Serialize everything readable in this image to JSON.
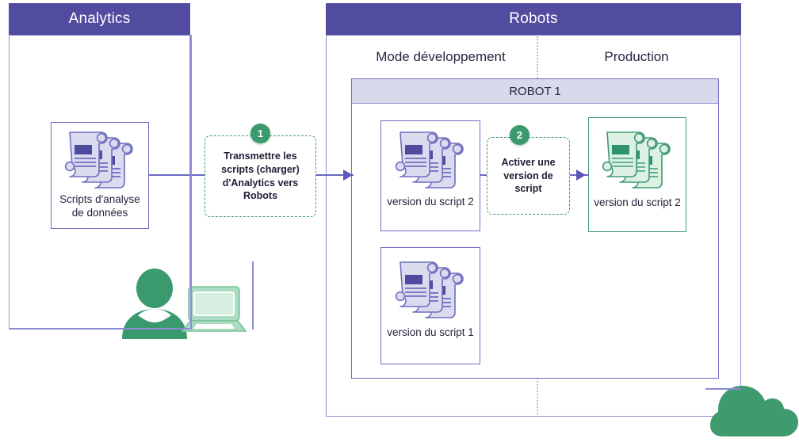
{
  "diagram": {
    "title_hidden": "Analytics vers Robots - cycle de vie des scripts",
    "panels": [
      {
        "id": "analytics",
        "header": "Analytics"
      },
      {
        "id": "robots",
        "header": "Robots"
      }
    ],
    "columns": {
      "development": "Mode développement",
      "production": "Production"
    },
    "robot_band": "ROBOT 1",
    "cards": [
      {
        "id": "analytics-scripts",
        "label_line1": "Scripts d'analyse",
        "label_line2": "de données",
        "icon": "triple-document-scroll-icon",
        "color": "#6f6fc0"
      },
      {
        "id": "script-v2-dev",
        "label": "version du script 2",
        "icon": "triple-document-scroll-icon",
        "color": "#6f6fc0"
      },
      {
        "id": "script-v1-dev",
        "label": "version du script 1",
        "icon": "triple-document-scroll-icon",
        "color": "#6f6fc0"
      },
      {
        "id": "script-v2-prod",
        "label": "version du script 2",
        "icon": "triple-document-scroll-icon",
        "color": "#3f9a74"
      }
    ],
    "steps": [
      {
        "number": "1",
        "text": "Transmettre les scripts (charger) d'Analytics vers Robots"
      },
      {
        "number": "2",
        "text": "Activer une version de script"
      }
    ],
    "artwork": [
      {
        "name": "user-person-icon",
        "color": "#3A9A6E"
      },
      {
        "name": "laptop-icon",
        "color": "#A9DCC0"
      },
      {
        "name": "cloud-icon",
        "color": "#3F9A6E"
      }
    ],
    "colors": {
      "header_purple": "#514CA0",
      "band_lavender": "#D9D9EC",
      "border_purple": "#6F6FC0",
      "accent_green": "#3A9A6E",
      "doc_purple_fill": "#DBDBF0",
      "doc_purple_accent": "#4F4CA0",
      "doc_green_fill": "#DDF0E4",
      "doc_green_accent": "#3F9A74"
    }
  }
}
